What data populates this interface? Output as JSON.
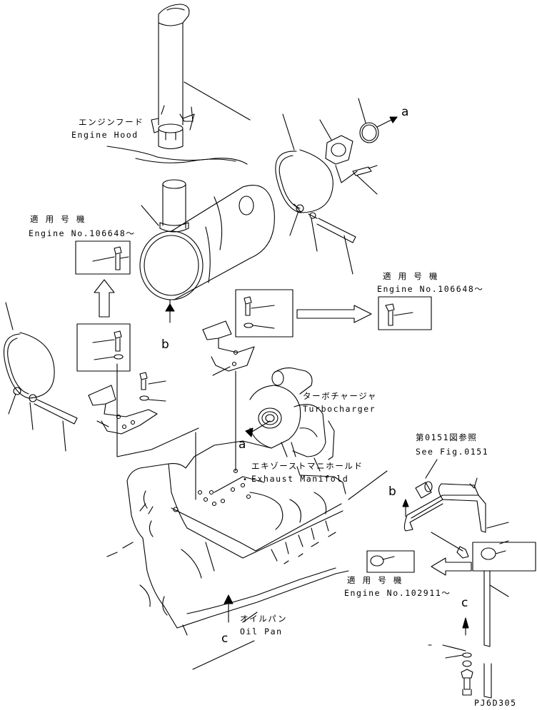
{
  "labels": {
    "engine_hood_jp": "エンジンフード",
    "engine_hood_en": "Engine Hood",
    "applicable_jp_1": "適 用 号 機",
    "engine_no_1": "Engine No.106648～",
    "applicable_jp_2": "適 用 号 機",
    "engine_no_2": "Engine No.106648～",
    "turbo_jp": "ターボチャージャ",
    "turbo_en": "Turbocharger",
    "manifold_jp": "エキゾーストマニホールド",
    "manifold_en": "Exhaust Manifold",
    "see_fig_jp": "第0151図参照",
    "see_fig_en": "See Fig.0151",
    "applicable_jp_3": "適 用 号 機",
    "engine_no_3": "Engine No.102911～",
    "oil_pan_jp": "オイルパン",
    "oil_pan_en": "Oil Pan",
    "drawing_id": "PJ6D305"
  },
  "callouts": {
    "a_top": "a",
    "b_muffler": "b",
    "a_turbo": "a",
    "b_pipe": "b",
    "c_oilpan": "c",
    "c_pipe": "c"
  }
}
